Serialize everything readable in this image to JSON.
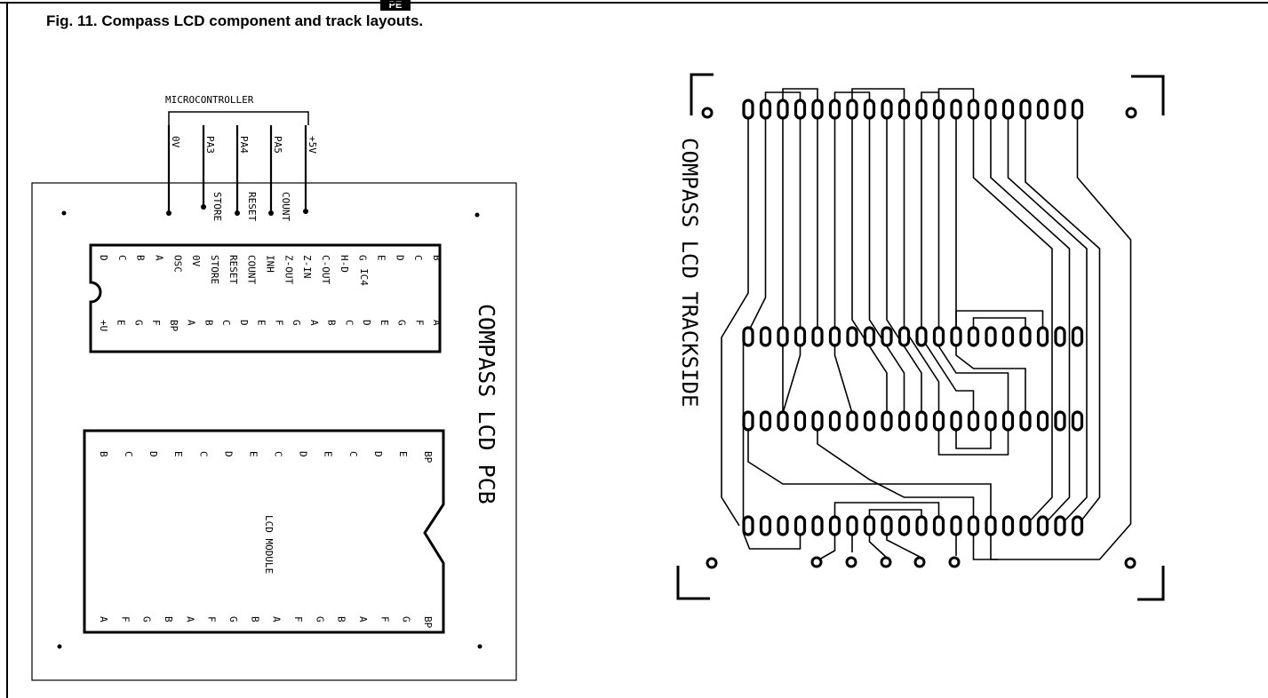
{
  "page": {
    "figure_caption": "Fig. 11. Compass LCD component and track layouts.",
    "header_tag": "PE"
  },
  "component_layout": {
    "bracket_label": "MICROCONTROLLER",
    "connector_labels": [
      "0V",
      "PA3",
      "PA4",
      "PA5",
      "+5V"
    ],
    "signal_labels": [
      "STORE",
      "RESET",
      "COUNT"
    ],
    "board_title": "COMPASS LCD PCB",
    "ic_label": "IC4",
    "ic_pins_top": [
      "B",
      "C",
      "D",
      "E",
      "G",
      "H-D",
      "C-OUT",
      "Z-IN",
      "Z-OUT",
      "INH",
      "COUNT",
      "RESET",
      "STORE",
      "0V",
      "OSC",
      "A",
      "B",
      "C",
      "D"
    ],
    "ic_pins_bottom": [
      "A",
      "F",
      "G",
      "E",
      "D",
      "C",
      "B",
      "A",
      "G",
      "F",
      "E",
      "D",
      "C",
      "B",
      "A",
      "BP",
      "F",
      "G",
      "E",
      "+U"
    ],
    "lcd_label": "LCD MODULE",
    "lcd_pins_top": [
      "B",
      "C",
      "D",
      "E",
      "C",
      "D",
      "E",
      "C",
      "D",
      "E",
      "C",
      "D",
      "E",
      "BP"
    ],
    "lcd_pins_bottom": [
      "A",
      "F",
      "G",
      "B",
      "A",
      "F",
      "G",
      "B",
      "A",
      "F",
      "G",
      "B",
      "A",
      "F",
      "G",
      "BP"
    ]
  },
  "track_layout": {
    "title": "COMPASS LCD TRACKSIDE"
  }
}
